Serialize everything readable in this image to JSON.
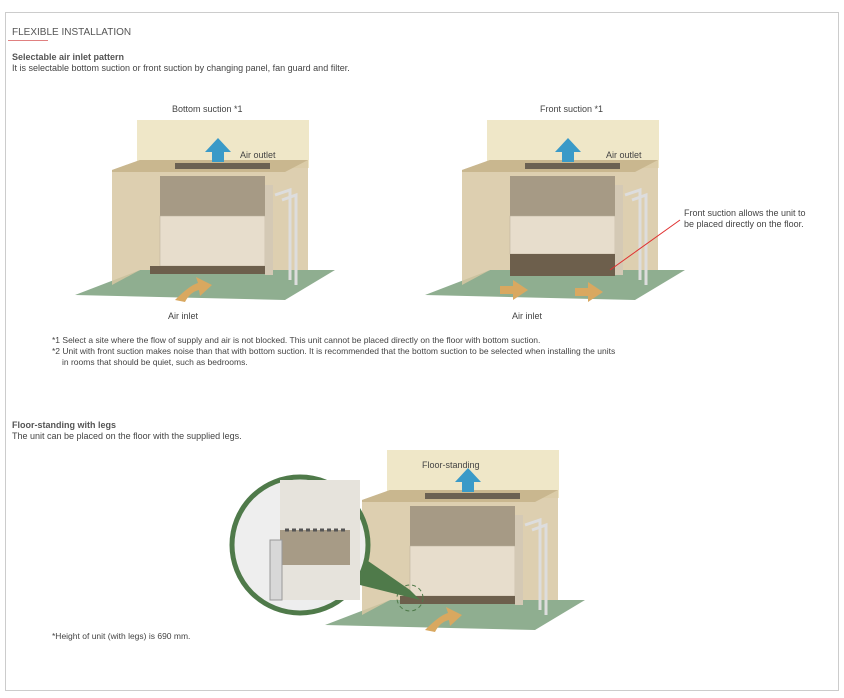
{
  "section_title": "FLEXIBLE INSTALLATION",
  "inlet": {
    "heading": "Selectable air inlet pattern",
    "desc": "It is selectable bottom suction or front suction by changing panel, fan guard and filter."
  },
  "bottom": {
    "title": "Bottom suction *1",
    "outlet": "Air outlet",
    "inlet": "Air inlet"
  },
  "front": {
    "title": "Front suction *1",
    "outlet": "Air outlet",
    "inlet": "Air inlet",
    "callout_1": "Front suction allows the unit to",
    "callout_2": "be placed directly on the floor."
  },
  "notes": {
    "n1": "*1 Select a site where the flow of supply and air is not blocked. This unit cannot be placed directly on the floor with bottom suction.",
    "n2a": "*2 Unit with front suction makes noise than that with bottom suction. It is recommended that the bottom suction to be selected when installing the units",
    "n2b": "in rooms that should be quiet, such as bedrooms."
  },
  "legs": {
    "heading": "Floor-standing with legs",
    "desc": "The unit can be placed on the floor with the supplied legs.",
    "label": "Floor-standing",
    "note": "*Height of unit (with legs) is 690 mm."
  },
  "colors": {
    "accent": "#e08080",
    "arrow_blue": "#3a9ac8",
    "arrow_tan": "#d9a860",
    "floor": "#8fae90",
    "wall": "#efe7c8"
  }
}
